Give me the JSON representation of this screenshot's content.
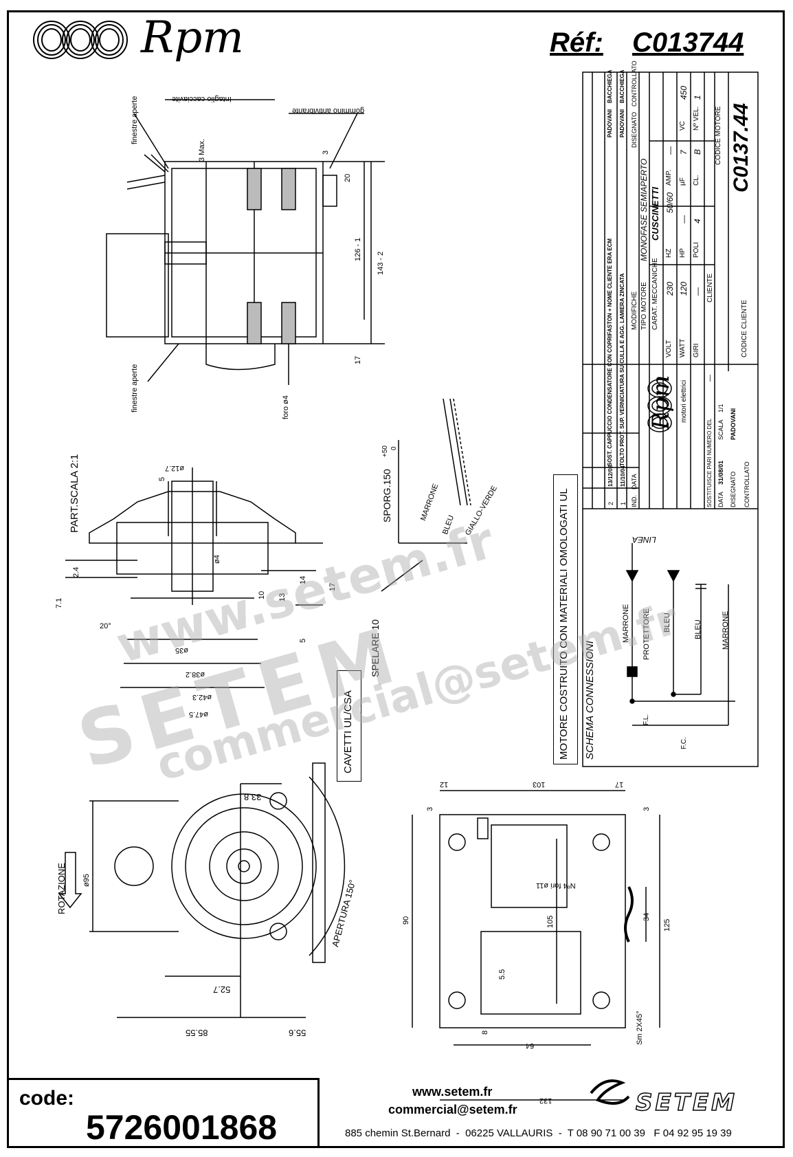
{
  "header": {
    "brand": "Rpm",
    "ref_label": "Réf:",
    "ref_value": "C013744"
  },
  "title_block": {
    "tipo_motore_label": "TIPO MOTORE",
    "tipo_motore": "MONOFASE SEMIAPERTO",
    "carat_label": "CARAT. MECCANICHE",
    "carat": "CUSCINETTI",
    "volt_label": "VOLT",
    "volt": "230",
    "hz_label": "HZ",
    "hz": "50/60",
    "amp_label": "AMP.",
    "amp": "—",
    "watt_label": "WATT",
    "watt": "120",
    "hp_label": "HP",
    "hp": "—",
    "uf_label": "µF",
    "uf": "7",
    "vc_label": "VC",
    "vc": "450",
    "giri_label": "GIRI",
    "giri": "—",
    "poli_label": "POLI",
    "poli": "4",
    "cl_label": "CL.",
    "cl": "B",
    "nvel_label": "Nº VEL.",
    "nvel": "1",
    "cliente_label": "CLIENTE",
    "codice_cliente_label": "CODICE CLIENTE",
    "codice_motore_label": "CODICE MOTORE",
    "codice_motore": "C0137.44",
    "modifiche_label": "MODIFICHE",
    "disegnato_label": "DISEGNATO",
    "controllato_label": "CONTROLLATO",
    "ind_label": "IND.",
    "data_label": "DATA",
    "sostituisce_label": "SOSTITUISCE PARI NUMERO DEL",
    "sostituisce": "—",
    "data": "31/08/01",
    "scala_label": "SCALA",
    "scala": "1/1",
    "disegnato": "PADOVANI",
    "rpm_sub": "motori elettrici",
    "revisions": [
      {
        "ind": "2",
        "data": "13/12/08",
        "text": "SOST. CAPPUCCIO CONDENSATORE CON COPRIFASTON + NOME CLIENTE ERA ECM",
        "by1": "PADOVANI",
        "by2": "BACCHIEGA"
      },
      {
        "ind": "1",
        "data": "11/10/04",
        "text": "TOLTO PROT. SUP. VERNICIATURA SU CULLA E AGG. LAMIERA ZINCATA",
        "by1": "PADOVANI",
        "by2": "BACCHIEGA"
      }
    ]
  },
  "schema": {
    "title": "SCHEMA CONNESSIONI",
    "linea": "LINEA",
    "marrone": "MARRONE",
    "protettore": "PROTETTORE",
    "bleu": "BLEU",
    "fl": "F.L.",
    "fc": "F.C."
  },
  "notes": {
    "materiali": "MOTORE COSTRUITO CON MATERIALI OMOLOGATI UL",
    "cavetti": "CAVETTI UL/CSA",
    "sporg": "SPORG.150",
    "sporg_tol_plus": "+50",
    "sporg_tol_minus": "0",
    "spelare": "SPELARE 10",
    "marrone": "MARRONE",
    "bleu": "BLEU",
    "giallo_verde": "GIALLO-VERDE",
    "part_scala": "PART.SCALA 2:1",
    "finestre_top": "finestre aperte",
    "finestre_bottom": "finestre aperte",
    "intaglio": "Intaglio cacciavite",
    "gommino": "gommino antivibrante",
    "foro": "foro ø4",
    "apertura": "APERTURA 150°",
    "rotazione": "ROTAZIONE",
    "nfori": "Nº4 fori ø11",
    "smusso": "Sm 2X45°"
  },
  "dims": {
    "side": [
      "3 Max.",
      "3",
      "20",
      "126 - 1",
      "143 - 2",
      "17"
    ],
    "detail": [
      "ø12.7",
      "5",
      "2.4",
      "7.1",
      "20°",
      "ø4",
      "10",
      "13",
      "14",
      "17",
      "5",
      "ø35",
      "ø38.2",
      "ø42.3",
      "ø47.5"
    ],
    "front": [
      "33.8",
      "ø95",
      "52.7",
      "85.55",
      "55.6"
    ],
    "base": [
      "12",
      "103",
      "17",
      "3",
      "3",
      "90",
      "105",
      "34",
      "125",
      "5.5",
      "8",
      "64",
      "132"
    ]
  },
  "code_box": {
    "label": "code:",
    "value": "5726001868"
  },
  "footer": {
    "web": "www.setem.fr",
    "email": "commercial@setem.fr",
    "address": "885 chemin St.Bernard  -  06225 VALLAURIS  -  T 08 90 71 00 39   F 04 92 95 19 39",
    "brand": "SETEM"
  },
  "watermarks": {
    "w1": "www.setem.fr",
    "w2": "SETEM",
    "w3": "commercial@setem.fr"
  }
}
